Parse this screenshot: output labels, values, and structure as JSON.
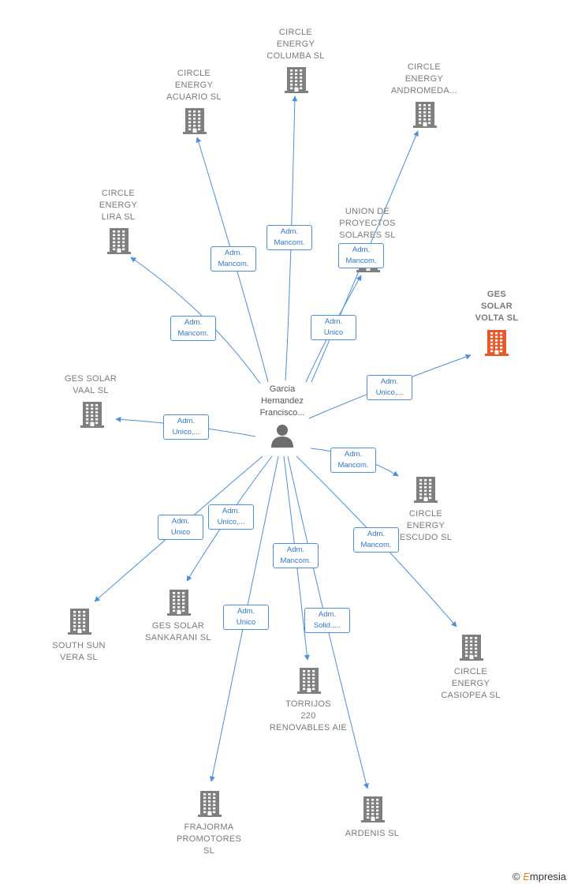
{
  "center": {
    "name_lines": [
      "Garcia",
      "Hernandez",
      "Francisco..."
    ],
    "icon": "person-icon"
  },
  "nodes": [
    {
      "id": "columba",
      "lines": [
        "CIRCLE",
        "ENERGY",
        "COLUMBA  SL"
      ],
      "highlight": false
    },
    {
      "id": "acuario",
      "lines": [
        "CIRCLE",
        "ENERGY",
        "ACUARIO  SL"
      ],
      "highlight": false
    },
    {
      "id": "andromeda",
      "lines": [
        "CIRCLE",
        "ENERGY",
        "ANDROMEDA..."
      ],
      "highlight": false
    },
    {
      "id": "lira",
      "lines": [
        "CIRCLE",
        "ENERGY",
        "LIRA  SL"
      ],
      "highlight": false
    },
    {
      "id": "union",
      "lines": [
        "UNION DE",
        "PROYECTOS",
        "SOLARES SL"
      ],
      "highlight": false
    },
    {
      "id": "volta",
      "lines": [
        "GES",
        "SOLAR",
        "VOLTA  SL"
      ],
      "highlight": true
    },
    {
      "id": "vaal",
      "lines": [
        "GES SOLAR",
        "VAAL  SL"
      ],
      "highlight": false
    },
    {
      "id": "escudo",
      "lines": [
        "CIRCLE",
        "ENERGY",
        "ESCUDO  SL"
      ],
      "highlight": false
    },
    {
      "id": "southsun",
      "lines": [
        "SOUTH SUN",
        "VERA SL"
      ],
      "highlight": false
    },
    {
      "id": "sankarani",
      "lines": [
        "GES SOLAR",
        "SANKARANI  SL"
      ],
      "highlight": false
    },
    {
      "id": "casiopea",
      "lines": [
        "CIRCLE",
        "ENERGY",
        "CASIOPEA  SL"
      ],
      "highlight": false
    },
    {
      "id": "torrijos",
      "lines": [
        "TORRIJOS",
        "220",
        "RENOVABLES AIE"
      ],
      "highlight": false
    },
    {
      "id": "frajorma",
      "lines": [
        "FRAJORMA",
        "PROMOTORES",
        "SL"
      ],
      "highlight": false
    },
    {
      "id": "ardenis",
      "lines": [
        "ARDENIS SL"
      ],
      "highlight": false
    }
  ],
  "edges": [
    {
      "target": "columba",
      "lines": [
        "Adm.",
        "Mancom."
      ]
    },
    {
      "target": "acuario",
      "lines": [
        "Adm.",
        "Mancom."
      ]
    },
    {
      "target": "andromeda",
      "lines": [
        "Adm.",
        "Mancom."
      ]
    },
    {
      "target": "lira",
      "lines": [
        "Adm.",
        "Mancom."
      ]
    },
    {
      "target": "union",
      "lines": [
        "Adm.",
        "Unico"
      ]
    },
    {
      "target": "volta",
      "lines": [
        "Adm.",
        "Unico,..."
      ]
    },
    {
      "target": "vaal",
      "lines": [
        "Adm.",
        "Unico,..."
      ]
    },
    {
      "target": "escudo",
      "lines": [
        "Adm.",
        "Mancom."
      ]
    },
    {
      "target": "southsun",
      "lines": [
        "Adm.",
        "Unico"
      ]
    },
    {
      "target": "sankarani",
      "lines": [
        "Adm.",
        "Unico,..."
      ]
    },
    {
      "target": "casiopea",
      "lines": [
        "Adm.",
        "Mancom."
      ]
    },
    {
      "target": "torrijos",
      "lines": [
        "Adm.",
        "Mancom."
      ]
    },
    {
      "target": "frajorma",
      "lines": [
        "Adm.",
        "Unico"
      ]
    },
    {
      "target": "ardenis",
      "lines": [
        "Adm.",
        "Solid.,..."
      ]
    }
  ],
  "colors": {
    "edge": "#4a8fdc",
    "building": "#7f7f7f",
    "highlight": "#e8582a",
    "person": "#6d6d6d"
  },
  "brand": {
    "symbol": "©",
    "text": "mpresia",
    "initial": "E"
  }
}
